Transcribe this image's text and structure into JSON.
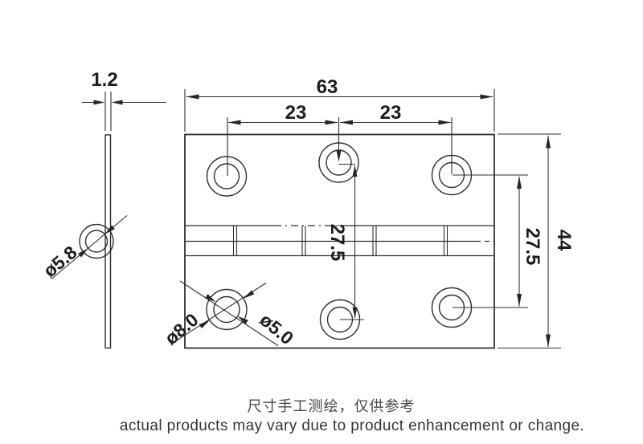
{
  "drawing": {
    "labels": {
      "thickness": "1.2",
      "overall_width": "63",
      "hole_pitch_left": "23",
      "hole_pitch_right": "23",
      "overall_height": "44",
      "row_pitch_center": "27.5",
      "row_pitch_right": "27.5",
      "knuckle_hole_dia": "ø5.8",
      "countersink_dia": "ø8.0",
      "screw_hole_dia": "ø5.0"
    },
    "footer": {
      "note_cn": "尺寸手工测绘，仅供参考",
      "note_en": "actual products may vary due to product enhancement or change."
    },
    "colors": {
      "line": "#2f2f2f",
      "dim_text": "#1d1d1d",
      "footer_cn_text": "#474747",
      "footer_en_text": "#333333"
    }
  }
}
